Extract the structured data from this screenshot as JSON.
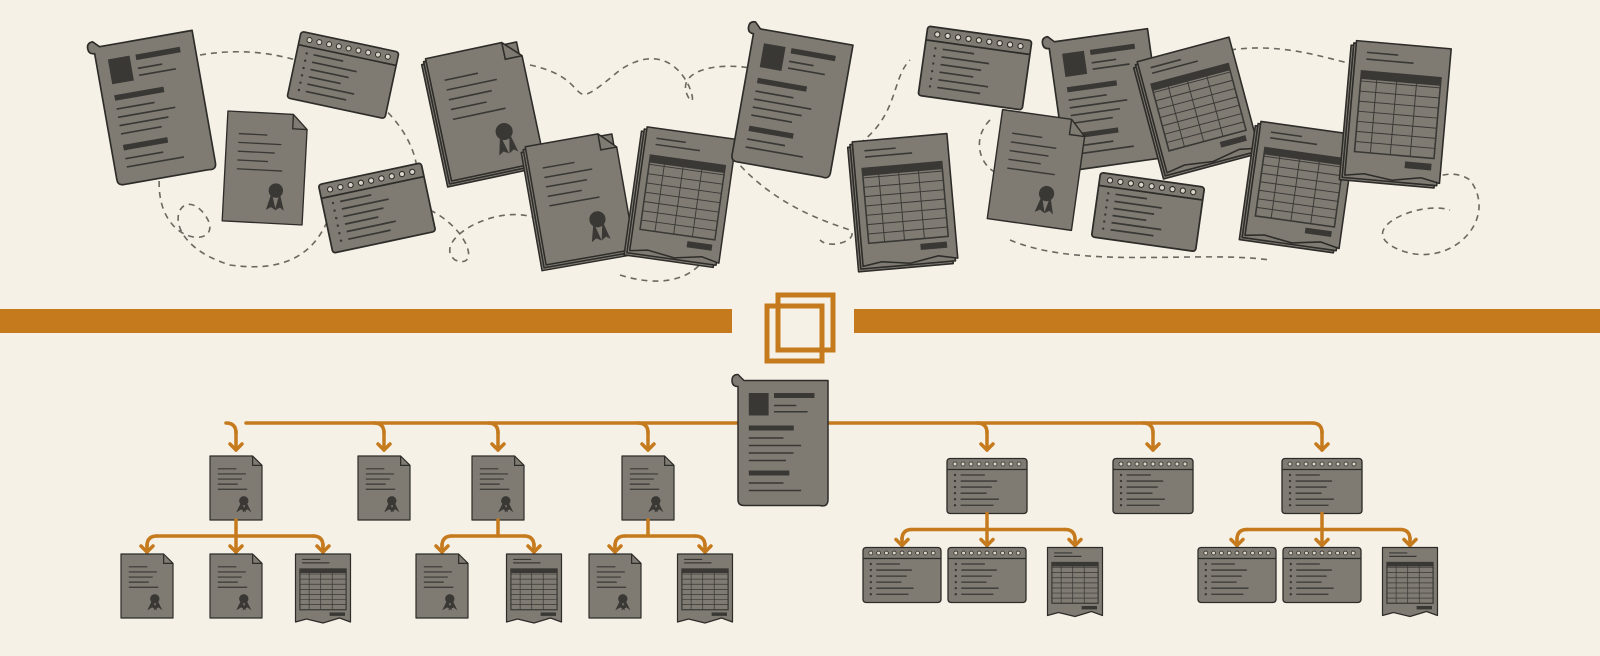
{
  "colors": {
    "background": "#f6f1e6",
    "document_fill": "#7f7b73",
    "document_stroke": "#2e2c29",
    "document_lines": "#3a3835",
    "accent": "#c67a1e",
    "dashed_path": "#6b6862"
  },
  "divider": {
    "icon": "two-overlapping-squares-icon"
  },
  "scattered_documents": [
    "resume",
    "form",
    "certificate",
    "form",
    "certificate-stack",
    "certificate-stack",
    "table",
    "resume",
    "form",
    "table",
    "resume",
    "certificate",
    "table",
    "form",
    "table",
    "table"
  ],
  "hierarchy": {
    "root": "resume",
    "children": [
      {
        "type": "certificate",
        "children": [
          "certificate",
          "certificate",
          "table"
        ]
      },
      {
        "type": "certificate",
        "children": []
      },
      {
        "type": "certificate",
        "children": [
          "certificate",
          "table"
        ]
      },
      {
        "type": "certificate",
        "children": [
          "certificate",
          "table"
        ]
      },
      {
        "type": "form",
        "children": [
          "form",
          "form",
          "table"
        ]
      },
      {
        "type": "form",
        "children": []
      },
      {
        "type": "form",
        "children": [
          "form",
          "form",
          "table"
        ]
      }
    ]
  }
}
